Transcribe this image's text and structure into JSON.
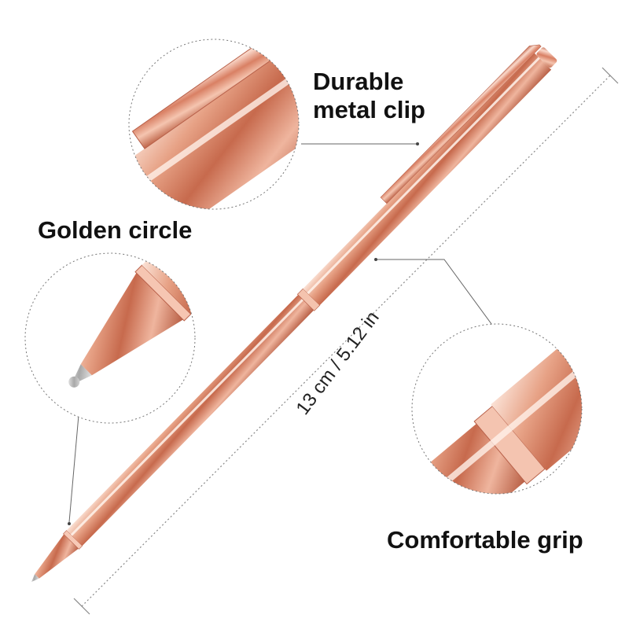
{
  "callouts": {
    "clip_line1": "Durable",
    "clip_line2": "metal clip",
    "golden_circle": "Golden circle",
    "grip": "Comfortable grip"
  },
  "dimension": {
    "length": "13 cm / 5.12 in"
  },
  "colors": {
    "rose_gold_dark": "#c96b4f",
    "rose_gold_mid": "#e89a7e",
    "rose_gold_light": "#f8d3c2",
    "highlight": "#fff1ea",
    "tip_silver": "#c9c9c9",
    "line": "#666666"
  },
  "icons": {
    "pen": "pen-illustration",
    "clip_zoom": "clip-detail-magnifier",
    "tip_zoom": "tip-detail-magnifier",
    "grip_zoom": "grip-detail-magnifier"
  }
}
